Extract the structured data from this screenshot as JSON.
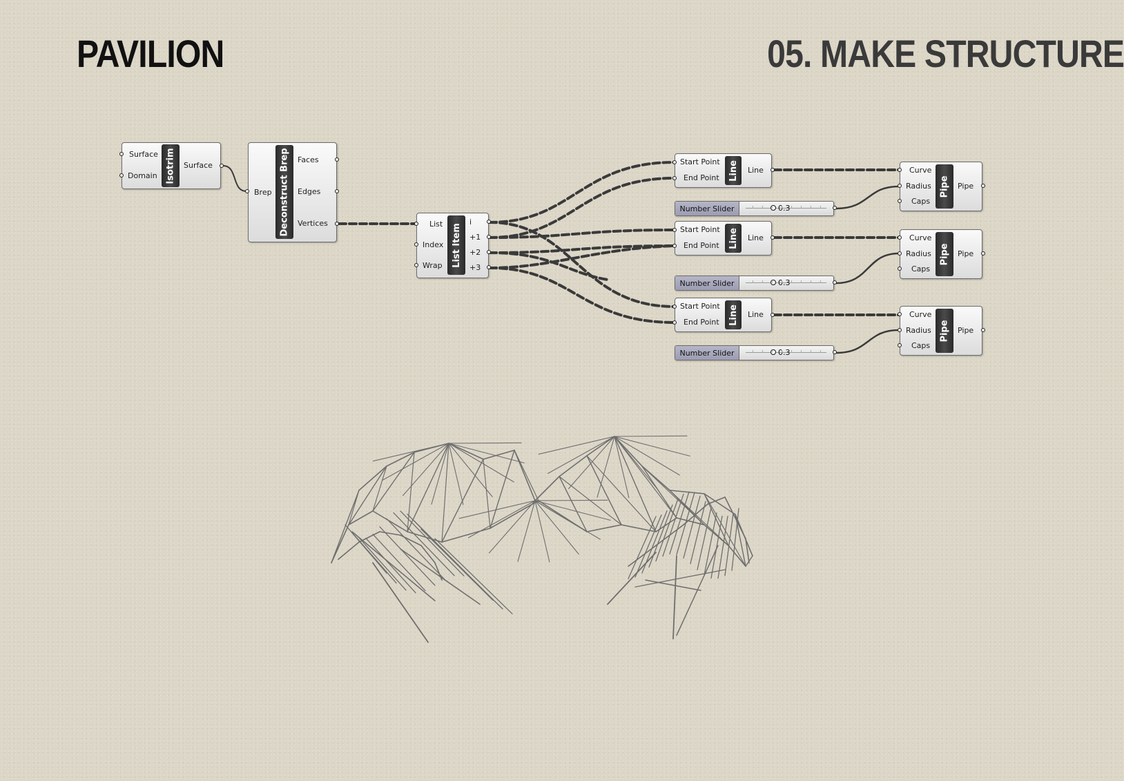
{
  "header": {
    "title_left": "PAVILION",
    "title_right": "05. MAKE STRUCTURE"
  },
  "colors": {
    "background": "#dcd6c7",
    "component_badge": "#333333",
    "slider_label": "#a7a7bb",
    "wire": "#3a3a3a",
    "structure_lines": "#6e6e6e"
  },
  "components": {
    "isotrim": {
      "name": "Isotrim",
      "inputs": [
        "Surface",
        "Domain"
      ],
      "outputs": [
        "Surface"
      ]
    },
    "deconstruct_brep": {
      "name": "Deconstruct Brep",
      "inputs": [
        "Brep"
      ],
      "outputs": [
        "Faces",
        "Edges",
        "Vertices"
      ]
    },
    "list_item": {
      "name": "List Item",
      "inputs": [
        "List",
        "Index",
        "Wrap"
      ],
      "outputs": [
        "i",
        "+1",
        "+2",
        "+3"
      ]
    },
    "lines": [
      {
        "name": "Line",
        "inputs": [
          "Start Point",
          "End Point"
        ],
        "output": "Line"
      },
      {
        "name": "Line",
        "inputs": [
          "Start Point",
          "End Point"
        ],
        "output": "Line"
      },
      {
        "name": "Line",
        "inputs": [
          "Start Point",
          "End Point"
        ],
        "output": "Line"
      }
    ],
    "sliders": [
      {
        "label": "Number Slider",
        "value": "0.3"
      },
      {
        "label": "Number Slider",
        "value": "0.3"
      },
      {
        "label": "Number Slider",
        "value": "0.3"
      }
    ],
    "pipes": [
      {
        "name": "Pipe",
        "inputs": [
          "Curve",
          "Radius",
          "Caps"
        ],
        "output": "Pipe"
      },
      {
        "name": "Pipe",
        "inputs": [
          "Curve",
          "Radius",
          "Caps"
        ],
        "output": "Pipe"
      },
      {
        "name": "Pipe",
        "inputs": [
          "Curve",
          "Radius",
          "Caps"
        ],
        "output": "Pipe"
      }
    ]
  },
  "viewport": {
    "content": "pavilion-wireframe-structure",
    "icon": "wireframe-structure-icon"
  }
}
